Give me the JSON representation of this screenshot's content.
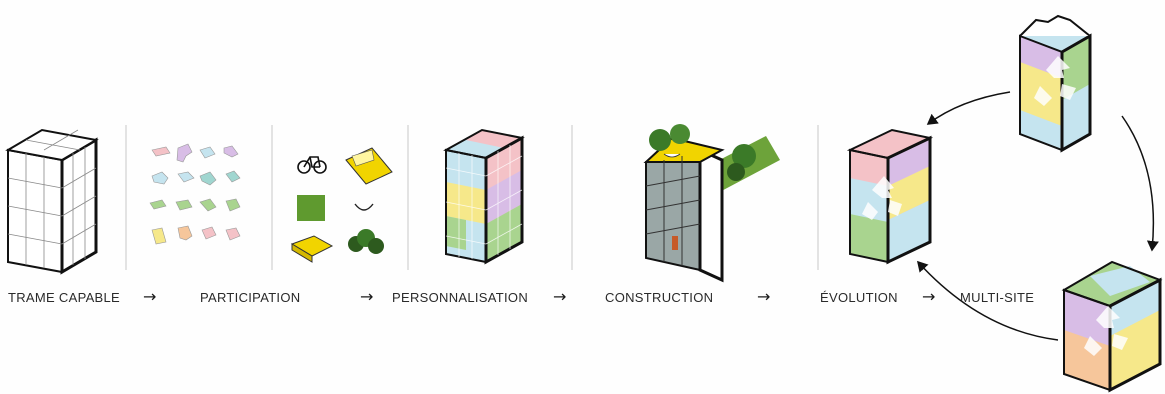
{
  "steps": [
    {
      "label": "TRAME CAPABLE"
    },
    {
      "label": "PARTICIPATION"
    },
    {
      "label": "PERSONNALISATION"
    },
    {
      "label": "CONSTRUCTION"
    },
    {
      "label": "ÉVOLUTION"
    },
    {
      "label": "MULTI-SITE"
    }
  ],
  "arrow_glyph": "→",
  "icons": {
    "bicycle": "bicycle-icon",
    "trees": "trees-icon",
    "recycle": "recycle-icon",
    "hammock": "hammock-icon"
  },
  "colors": {
    "pink": "#f4c2c7",
    "blue": "#c5e4ef",
    "green": "#a9d48f",
    "yellow": "#f6e88a",
    "purple": "#d8bde6",
    "orange": "#f6c69b",
    "lawn": "#6da33a",
    "building_yellow": "#f1d400"
  }
}
